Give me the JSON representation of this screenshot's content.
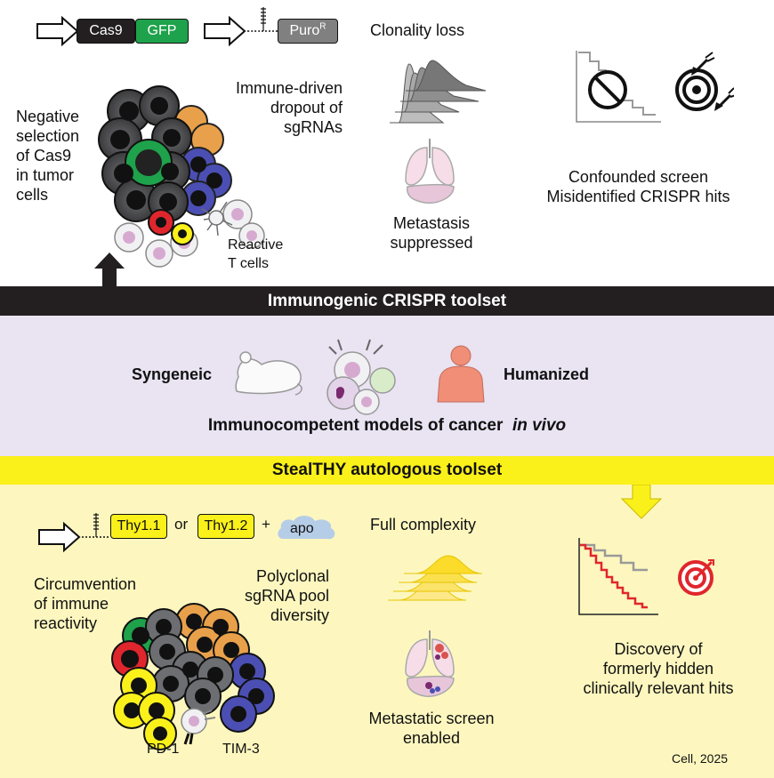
{
  "top": {
    "vector1": {
      "cas9": "Cas9",
      "gfp": "GFP"
    },
    "vector2": {
      "puro": "Puro",
      "puro_sup": "R"
    },
    "negative_selection": [
      "Negative",
      "selection",
      "of Cas9",
      "in tumor",
      "cells"
    ],
    "immune_dropout": [
      "Immune-driven",
      "dropout of",
      "sgRNAs"
    ],
    "reactive_t": [
      "Reactive",
      "T cells"
    ],
    "clonality_loss": "Clonality loss",
    "metastasis": [
      "Metastasis",
      "suppressed"
    ],
    "confounded": [
      "Confounded screen",
      "Misidentified CRISPR hits"
    ]
  },
  "bar1": {
    "title": "Immunogenic CRISPR toolset"
  },
  "mid": {
    "syngeneic": "Syngeneic",
    "humanized": "Humanized",
    "models_text": "Immunocompetent models of cancer",
    "models_italic": "in vivo"
  },
  "bar2": {
    "title": "StealTHY autologous toolset"
  },
  "bottom": {
    "thy11": "Thy1.1",
    "or": "or",
    "thy12": "Thy1.2",
    "plus": "+",
    "apo": "apo",
    "full_complexity": "Full complexity",
    "circumvention": [
      "Circumvention",
      "of immune",
      "reactivity"
    ],
    "polyclonal": [
      "Polyclonal",
      "sgRNA pool",
      "diversity"
    ],
    "metastatic": [
      "Metastatic screen",
      "enabled"
    ],
    "discovery": [
      "Discovery of",
      "formerly hidden",
      "clinically relevant hits"
    ],
    "pd1": "PD-1",
    "tim3": "TIM-3",
    "citation": "Cell, 2025"
  },
  "colors": {
    "dark_bar": "#231f20",
    "mid_panel": "#e9e3f2",
    "yellow_bar": "#fbf11a",
    "bottom_panel": "#fdf7bf",
    "gfp": "#1ea24b",
    "red_curve": "#e0262d"
  }
}
